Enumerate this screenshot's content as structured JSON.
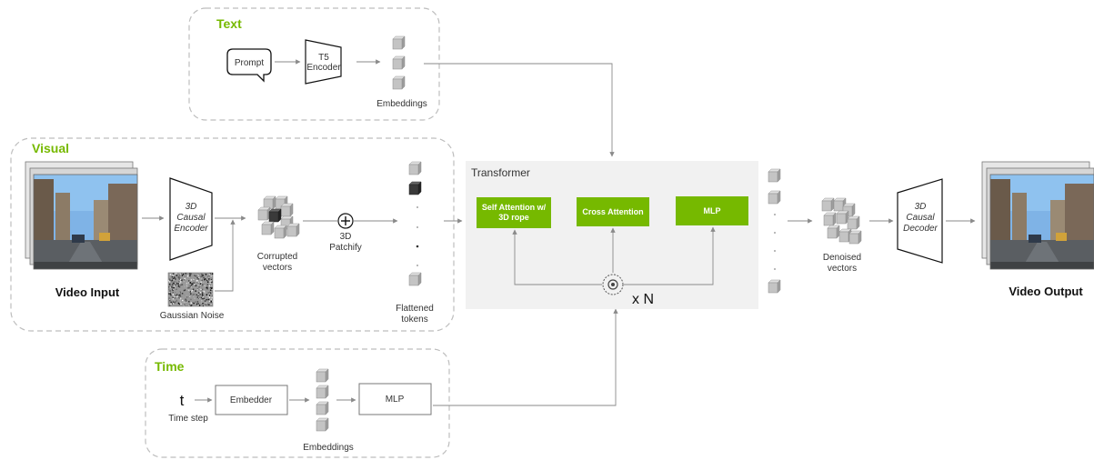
{
  "groups": {
    "text": "Text",
    "visual": "Visual",
    "time": "Time"
  },
  "text_branch": {
    "prompt": "Prompt",
    "encoder_line1": "T5",
    "encoder_line2": "Encoder",
    "embeddings": "Embeddings"
  },
  "visual_branch": {
    "video_input": "Video Input",
    "encoder_line1": "3D",
    "encoder_line2": "Causal",
    "encoder_line3": "Encoder",
    "gaussian_noise": "Gaussian Noise",
    "corrupted_line1": "Corrupted",
    "corrupted_line2": "vectors",
    "patchify_line1": "3D",
    "patchify_line2": "Patchify",
    "flattened_line1": "Flattened",
    "flattened_line2": "tokens"
  },
  "time_branch": {
    "t_symbol": "t",
    "time_step": "Time step",
    "embedder": "Embedder",
    "embeddings": "Embeddings",
    "mlp": "MLP"
  },
  "transformer": {
    "title": "Transformer",
    "self_attention_line1": "Self Attention w/",
    "self_attention_line2": "3D rope",
    "cross_attention": "Cross Attention",
    "mlp": "MLP",
    "repeat": "x N"
  },
  "output_branch": {
    "denoised_line1": "Denoised",
    "denoised_line2": "vectors",
    "decoder_line1": "3D",
    "decoder_line2": "Causal",
    "decoder_line3": "Decoder",
    "video_output": "Video Output"
  },
  "colors": {
    "accent_green": "#76b900",
    "block_green": "#76b900",
    "transformer_bg": "#f1f1f1",
    "cube_face": "#bfbfbf",
    "cube_dark": "#3a3a3a"
  }
}
